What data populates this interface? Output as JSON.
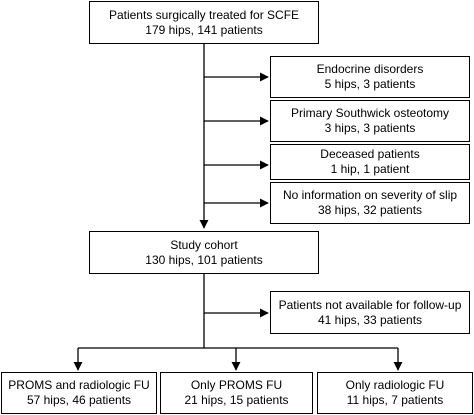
{
  "flowchart": {
    "top": {
      "line1": "Patients surgically treated for SCFE",
      "line2": "179 hips, 141 patients"
    },
    "exclusions": [
      {
        "line1": "Endocrine disorders",
        "line2": "5 hips, 3 patients"
      },
      {
        "line1": "Primary Southwick osteotomy",
        "line2": "3 hips, 3 patients"
      },
      {
        "line1": "Deceased patients",
        "line2": "1 hip, 1 patient"
      },
      {
        "line1": "No information on severity of slip",
        "line2": "38 hips, 32 patients"
      }
    ],
    "cohort": {
      "line1": "Study cohort",
      "line2": "130 hips, 101 patients"
    },
    "followup_excluded": {
      "line1": "Patients not available for follow-up",
      "line2": "41 hips, 33 patients"
    },
    "groups": [
      {
        "line1": "PROMS and radiologic FU",
        "line2": "57 hips, 46 patients"
      },
      {
        "line1": "Only PROMS FU",
        "line2": "21 hips, 15 patients"
      },
      {
        "line1": "Only radiologic FU",
        "line2": "11 hips, 7 patients"
      }
    ]
  }
}
